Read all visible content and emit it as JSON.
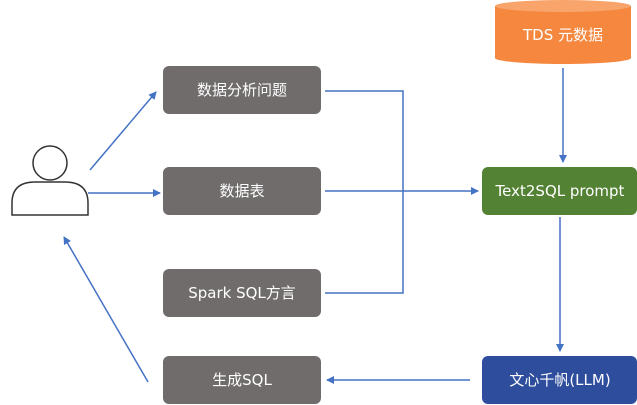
{
  "nodes": {
    "question": "数据分析问题",
    "tables": "数据表",
    "dialect": "Spark SQL方言",
    "generated_sql": "生成SQL",
    "metadata": "TDS 元数据",
    "prompt": "Text2SQL prompt",
    "llm": "文心千帆(LLM)"
  },
  "colors": {
    "gray_box": "#706c6c",
    "orange": "#f5873e",
    "green": "#548235",
    "navy": "#2e4d9c",
    "arrow": "#4472c4",
    "user_stroke": "#333333"
  }
}
